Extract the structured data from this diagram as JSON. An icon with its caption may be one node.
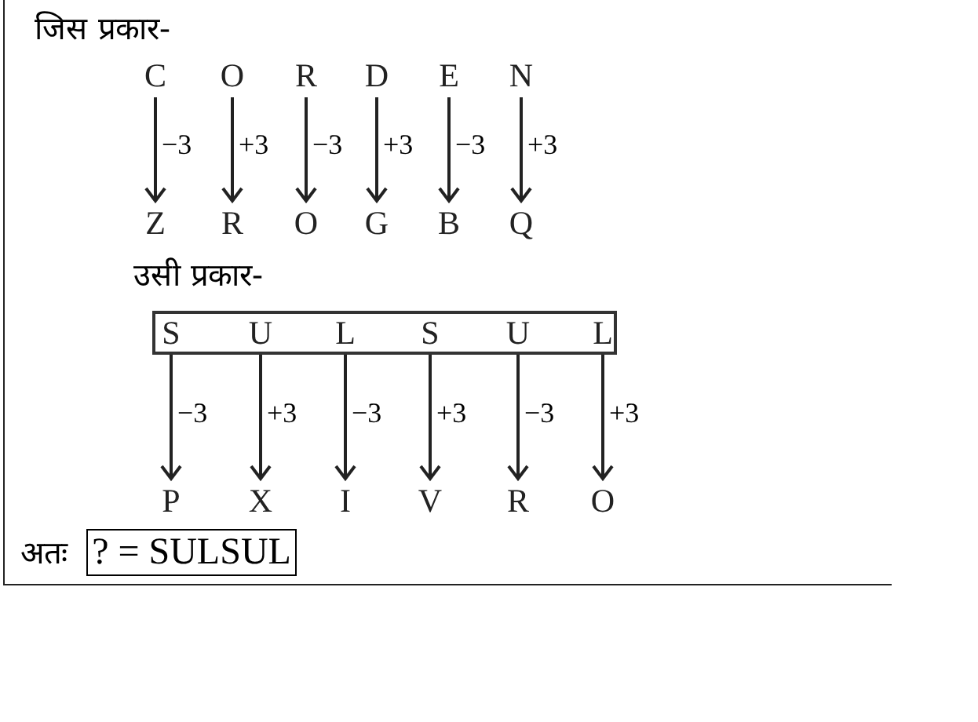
{
  "diagram": {
    "nodes": [
      {
        "text": [
          "C"
        ]
      },
      {
        "text": [
          "O"
        ]
      },
      {
        "text": [
          "R"
        ]
      },
      {
        "text": [
          "D"
        ]
      },
      {
        "text": [
          "E"
        ]
      },
      {
        "text": [
          "N"
        ]
      },
      {
        "text": [
          "Z"
        ]
      },
      {
        "text": [
          "R"
        ]
      },
      {
        "text": [
          "O"
        ]
      },
      {
        "text": [
          "G"
        ]
      },
      {
        "text": [
          "B"
        ]
      },
      {
        "text": [
          "Q"
        ]
      },
      {
        "text": [],
        "shape": "box"
      },
      {
        "text": [
          "S"
        ],
        "in": 12
      },
      {
        "text": [
          "U"
        ],
        "in": 12
      },
      {
        "text": [
          "L"
        ],
        "in": 12
      },
      {
        "text": [
          "S"
        ],
        "in": 12
      },
      {
        "text": [
          "U"
        ],
        "in": 12
      },
      {
        "text": [
          "L"
        ],
        "in": 12
      },
      {
        "text": [
          "P"
        ]
      },
      {
        "text": [
          "X"
        ]
      },
      {
        "text": [
          "I"
        ]
      },
      {
        "text": [
          "V"
        ]
      },
      {
        "text": [
          "R"
        ]
      },
      {
        "text": [
          "O"
        ]
      },
      {
        "text": [
          "? = SULSUL"
        ],
        "beside": [
          "अतः"
        ]
      }
    ],
    "edges": [
      {
        "from": 0,
        "to": 6,
        "arrow": "to",
        "label": "−3"
      },
      {
        "from": 1,
        "to": 7,
        "arrow": "to",
        "label": "+3"
      },
      {
        "from": 2,
        "to": 8,
        "arrow": "to",
        "label": "−3"
      },
      {
        "from": 3,
        "to": 9,
        "arrow": "to",
        "label": "+3"
      },
      {
        "from": 4,
        "to": 10,
        "arrow": "to",
        "label": "−3"
      },
      {
        "from": 5,
        "to": 11,
        "arrow": "to",
        "label": "+3"
      },
      {
        "from": 13,
        "to": 19,
        "arrow": "to",
        "label": "−3"
      },
      {
        "from": 14,
        "to": 20,
        "arrow": "to",
        "label": "+3"
      },
      {
        "from": 15,
        "to": 21,
        "arrow": "to",
        "label": "−3"
      },
      {
        "from": 16,
        "to": 22,
        "arrow": "to",
        "label": "+3"
      },
      {
        "from": 17,
        "to": 23,
        "arrow": "to",
        "label": "−3"
      },
      {
        "from": 18,
        "to": 24,
        "arrow": "to",
        "label": "+3"
      }
    ],
    "labels": [
      "जिस प्रकार-",
      "उसी प्रकार-"
    ]
  }
}
